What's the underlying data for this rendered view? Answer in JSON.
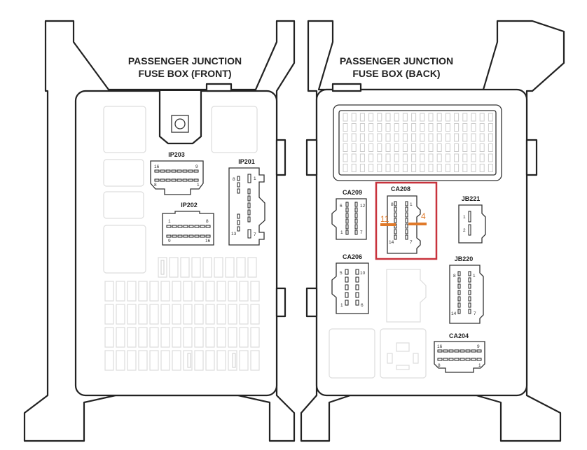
{
  "front": {
    "title_line1": "PASSENGER JUNCTION",
    "title_line2": "FUSE BOX (FRONT)",
    "connectors": {
      "ip203": {
        "label": "IP203",
        "pins": [
          "16",
          "9",
          "8",
          "1"
        ]
      },
      "ip202": {
        "label": "IP202",
        "pins": [
          "1",
          "8",
          "9",
          "16"
        ]
      },
      "ip201": {
        "label": "IP201",
        "pins": [
          "8",
          "1",
          "13",
          "7"
        ]
      }
    }
  },
  "back": {
    "title_line1": "PASSENGER JUNCTION",
    "title_line2": "FUSE BOX (BACK)",
    "connectors": {
      "ca209": {
        "label": "CA209",
        "pins": [
          "6",
          "12",
          "1",
          "7"
        ]
      },
      "ca208": {
        "label": "CA208",
        "pins": [
          "8",
          "1",
          "14",
          "7"
        ],
        "callouts": [
          "11",
          "4"
        ]
      },
      "jb221": {
        "label": "JB221",
        "pins": [
          "1",
          "2"
        ]
      },
      "ca206": {
        "label": "CA206",
        "pins": [
          "5",
          "10",
          "1",
          "6"
        ]
      },
      "jb220": {
        "label": "JB220",
        "pins": [
          "8",
          "1",
          "14",
          "7"
        ]
      },
      "ca204": {
        "label": "CA204",
        "pins": [
          "16",
          "9",
          "8",
          "1"
        ]
      }
    }
  },
  "colors": {
    "highlight": "#c8323c",
    "callout": "#e07a2a"
  }
}
